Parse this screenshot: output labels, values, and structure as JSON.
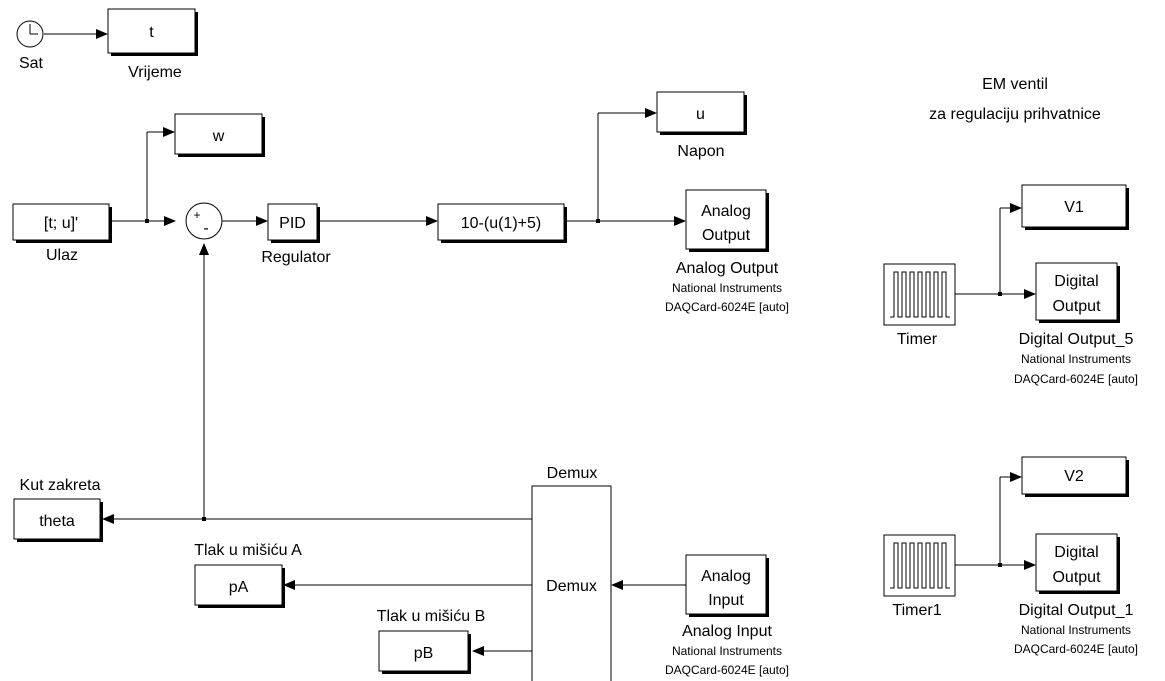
{
  "blocks": {
    "sat": {
      "label": "Sat"
    },
    "vrijeme": {
      "content": "t",
      "label": "Vrijeme"
    },
    "w": {
      "content": "w"
    },
    "ulaz": {
      "content": "[t; u]'",
      "label": "Ulaz"
    },
    "sum": {
      "plus": "+",
      "minus": "-"
    },
    "pid": {
      "content": "PID",
      "label": "Regulator"
    },
    "fcn": {
      "content": "10-(u(1)+5)"
    },
    "u": {
      "content": "u",
      "label": "Napon"
    },
    "analog_output": {
      "line1": "Analog",
      "line2": "Output",
      "title": "Analog Output",
      "vendor": "National Instruments",
      "device": "DAQCard-6024E [auto]"
    },
    "em_ventil": {
      "line1": "EM ventil",
      "line2": "za regulaciju prihvatnice"
    },
    "v1": {
      "content": "V1"
    },
    "timer": {
      "label": "Timer"
    },
    "digital_output_5": {
      "line1": "Digital",
      "line2": "Output",
      "title": "Digital Output_5",
      "vendor": "National Instruments",
      "device": "DAQCard-6024E [auto]"
    },
    "theta": {
      "content": "theta",
      "label": "Kut zakreta"
    },
    "pa": {
      "content": "pA",
      "label": "Tlak u mišiću A"
    },
    "pb": {
      "content": "pB",
      "label": "Tlak u mišiću B"
    },
    "demux": {
      "content": "Demux",
      "label": "Demux"
    },
    "analog_input": {
      "line1": "Analog",
      "line2": "Input",
      "title": "Analog Input",
      "vendor": "National Instruments",
      "device": "DAQCard-6024E [auto]"
    },
    "v2": {
      "content": "V2"
    },
    "timer1": {
      "label": "Timer1"
    },
    "digital_output_1": {
      "line1": "Digital",
      "line2": "Output",
      "title": "Digital Output_1",
      "vendor": "National Instruments",
      "device": "DAQCard-6024E [auto]"
    }
  }
}
